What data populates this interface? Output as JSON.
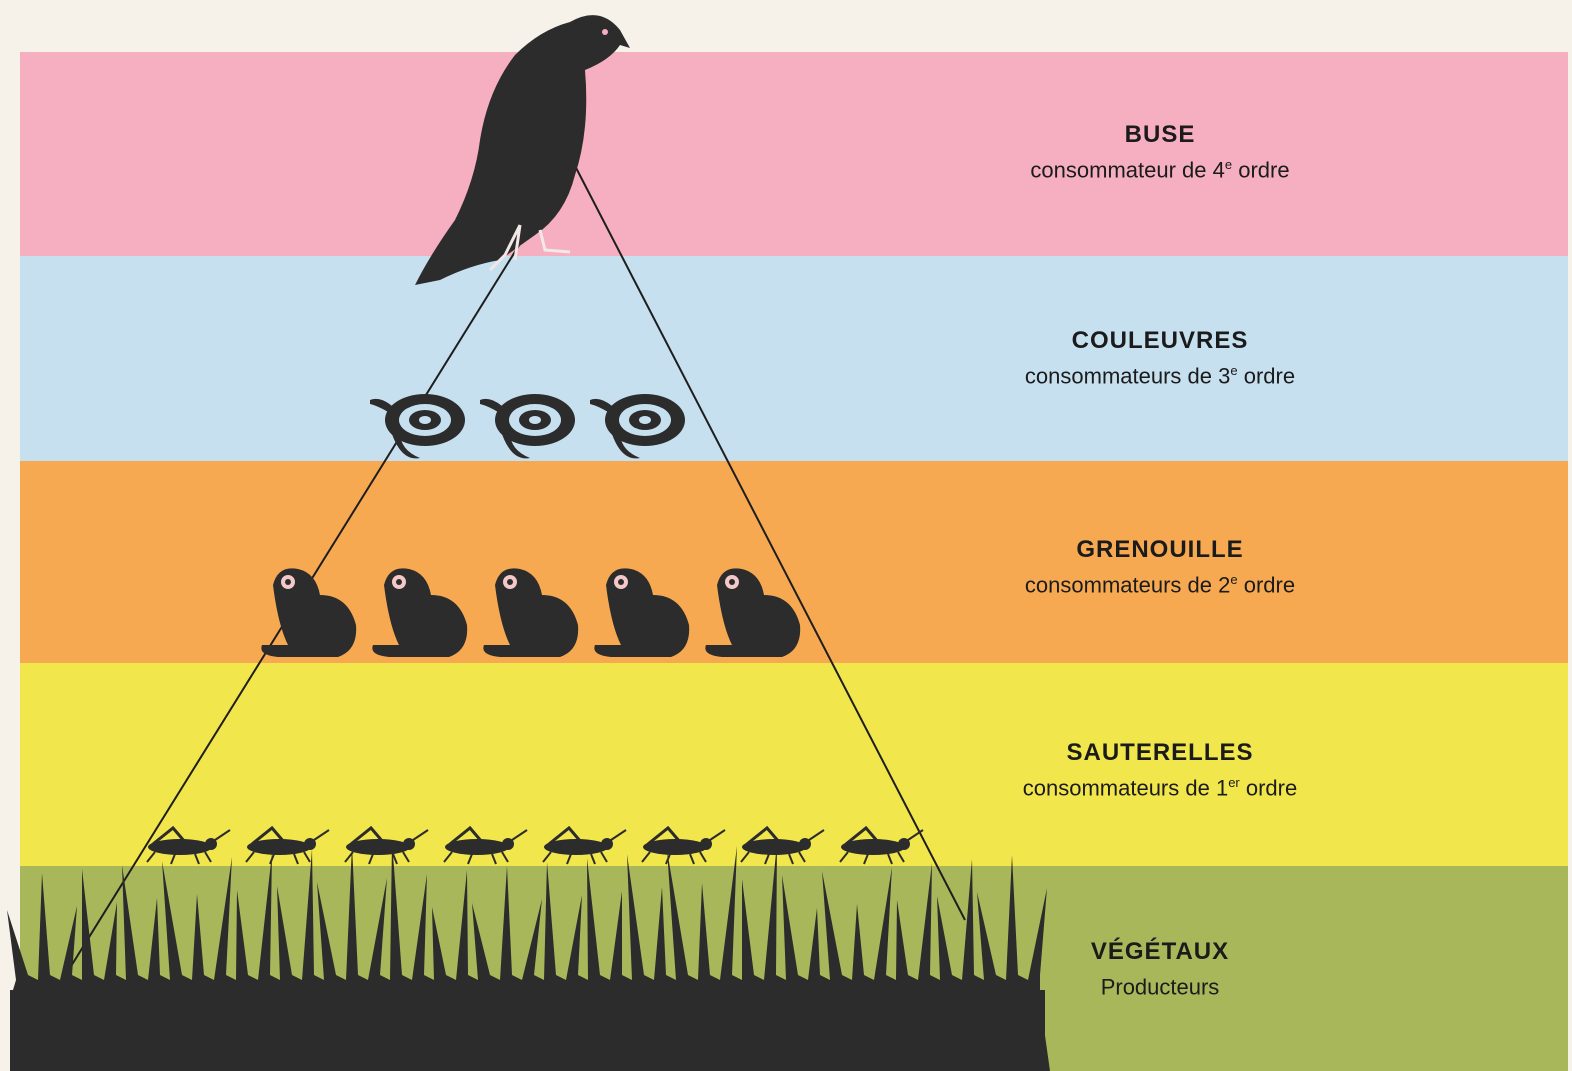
{
  "levels": [
    {
      "id": "buse",
      "name": "BUSE",
      "role_pre": "consommateur de 4",
      "role_sup": "e",
      "role_post": " ordre",
      "color": "#f5afc1"
    },
    {
      "id": "couleuvres",
      "name": "COULEUVRES",
      "role_pre": "consommateurs de 3",
      "role_sup": "e",
      "role_post": " ordre",
      "color": "#c6e0ef"
    },
    {
      "id": "grenouille",
      "name": "GRENOUILLE",
      "role_pre": "consommateurs de 2",
      "role_sup": "e",
      "role_post": " ordre",
      "color": "#f7a952"
    },
    {
      "id": "sauterelles",
      "name": "SAUTERELLES",
      "role_pre": "consommateurs de 1",
      "role_sup": "er",
      "role_post": " ordre",
      "color": "#f1e64c"
    },
    {
      "id": "vegetaux",
      "name": "VÉGÉTAUX",
      "role_pre": "Producteurs",
      "role_sup": "",
      "role_post": "",
      "color": "#a7b75a"
    }
  ],
  "organisms": {
    "buse_count": 1,
    "couleuvres_count": 3,
    "grenouille_count": 5,
    "sauterelles_count": 8
  },
  "silhouette_color": "#2c2c2c"
}
